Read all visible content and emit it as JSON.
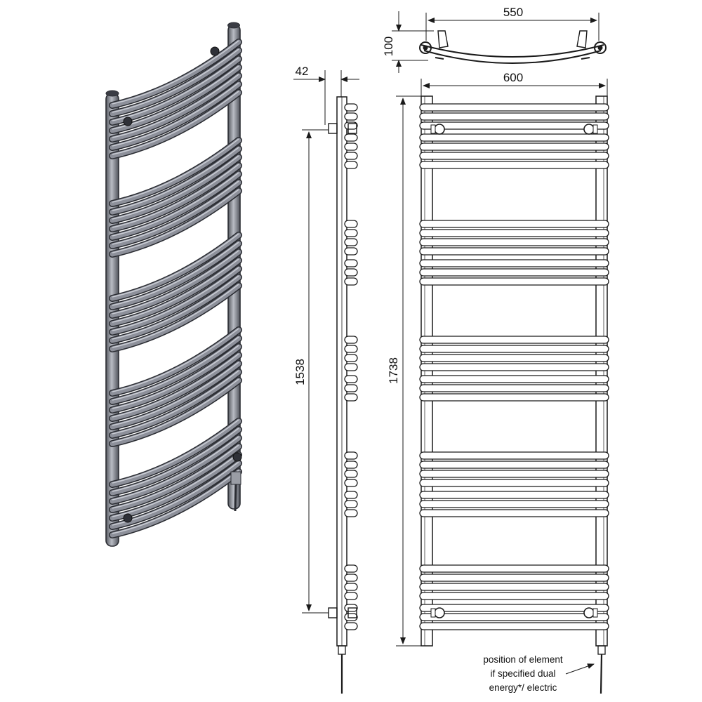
{
  "dimensions": {
    "top_width": "550",
    "top_depth": "100",
    "overall_width": "600",
    "side_offset": "42",
    "pipe_centres": "1538",
    "overall_height": "1738"
  },
  "note": {
    "line1": "position of element",
    "line2": "if specified dual",
    "line3": "energy*/ electric"
  },
  "colors": {
    "line": "#1a1a1a",
    "rail_fill": "#8d909a",
    "rail_light": "#c9ccd4",
    "rail_dark": "#4a4c55",
    "background": "#ffffff"
  },
  "icons": [
    "perspective-radiator-illustration",
    "element-arrow-icon"
  ]
}
